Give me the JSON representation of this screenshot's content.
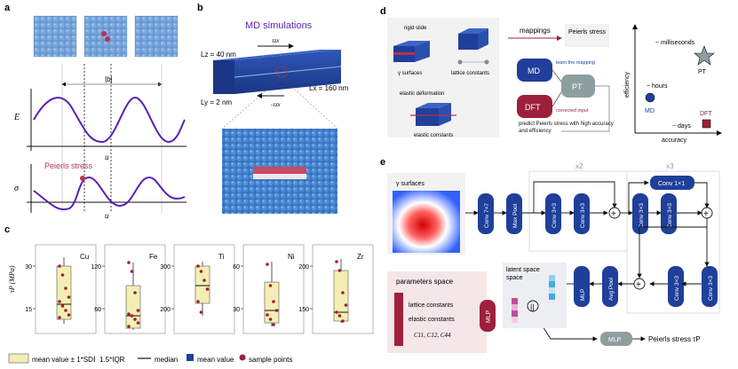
{
  "panel_letters": {
    "a": "a",
    "b": "b",
    "c": "c",
    "d": "d",
    "e": "e"
  },
  "panel_a": {
    "burgers": "|b|",
    "ylabel_energy": "E",
    "xlabel_u1": "u",
    "ylabel_sigma": "σ",
    "xlabel_u2": "u",
    "peierls_label": "Peierls stress"
  },
  "panel_b": {
    "title": "MD simulations",
    "lz": "Lz = 40 nm",
    "lx": "Lx = 160 nm",
    "ly": "Ly = 2 nm",
    "tau_top": "τzx",
    "tau_bottom": "-τzx"
  },
  "panel_c": {
    "ylabel": "τP (MPa)",
    "subplots": [
      {
        "metal": "Cu",
        "ticks": [
          "30",
          "15"
        ]
      },
      {
        "metal": "Fe",
        "ticks": [
          "120",
          "60"
        ]
      },
      {
        "metal": "Ti",
        "ticks": [
          "300",
          "200"
        ]
      },
      {
        "metal": "Ni",
        "ticks": [
          "60",
          "30"
        ]
      },
      {
        "metal": "Zr",
        "ticks": [
          "200",
          "150"
        ]
      }
    ],
    "legend": {
      "box": "mean value ± 1*SD",
      "whisker": "1.5*IQR",
      "median": "median",
      "mean": "mean value",
      "sample": "sample points"
    }
  },
  "panel_d": {
    "rigid_slide": "rigid slide",
    "gamma_surfaces": "γ surfaces",
    "lattice_constants": "lattice constants",
    "elastic_deformation": "elastic deformation",
    "elastic_constants": "elastic constants",
    "mappings": "mappings",
    "peierls_stress": "Peierls stress",
    "md": "MD",
    "dft": "DFT",
    "pt": "PT",
    "learn": "learn the mapping",
    "corrected": "corrected input",
    "predict": "predict Peierls stress with high accuracy and efficiency",
    "chart": {
      "ylabel": "efficiency",
      "xlabel": "accuracy",
      "milliseconds": "~ milliseconds",
      "pt": "PT",
      "hours": "~ hours",
      "md": "MD",
      "days": "~ days",
      "dft": "DFT"
    }
  },
  "panel_e": {
    "gamma_surfaces": "γ surfaces",
    "x2": "x2",
    "x3": "x3",
    "conv7": "Conv 7×7",
    "maxpool": "Max Pool",
    "conv3": "Conv 3×3",
    "conv1": "Conv 1×1",
    "avgpool": "Avg Pool",
    "mlp": "MLP",
    "params_space": "parameters space",
    "lattice_constants": "lattice constants",
    "elastic_constants": "elastic constants",
    "cij": "C11, C12, C44",
    "latent_space": "latent space",
    "output": "Peierls stress τP"
  },
  "colors": {
    "navy": "#1f3f9a",
    "purple": "#5b1fb5",
    "crimson": "#9e1f3c",
    "yellow": "#f3efb3",
    "pt_gray": "#8e9ea0"
  }
}
